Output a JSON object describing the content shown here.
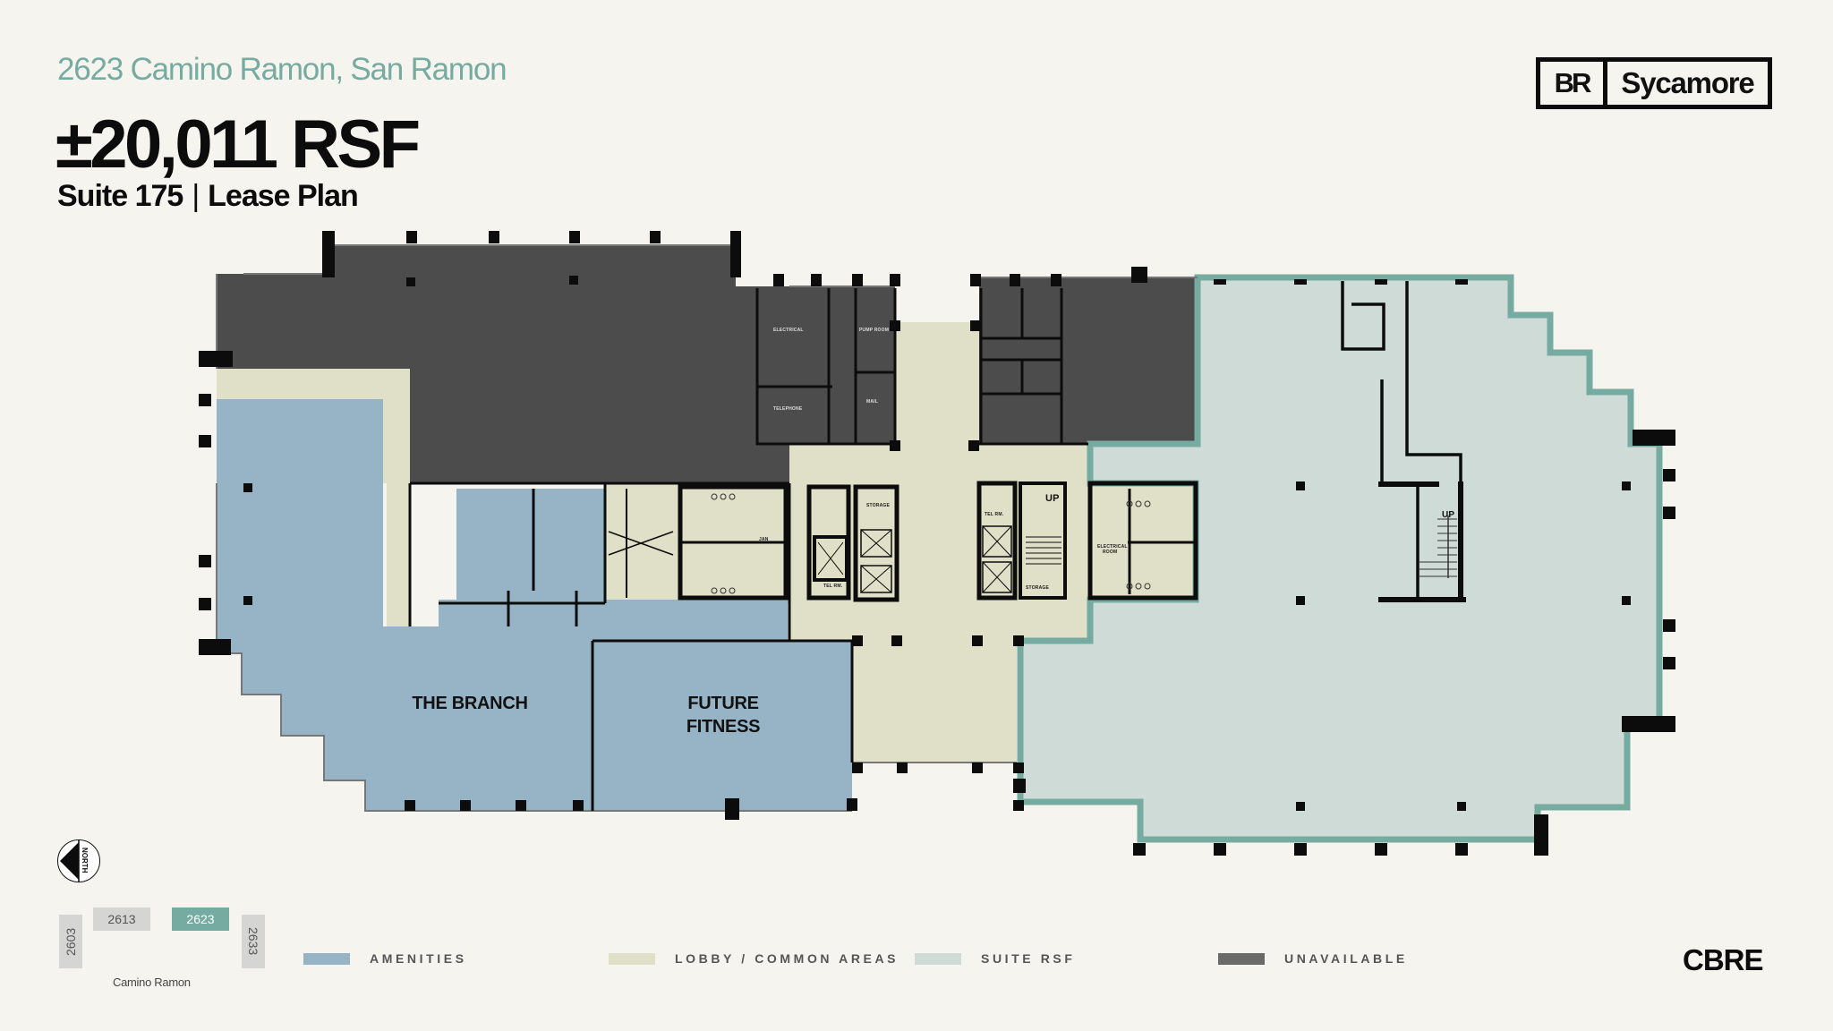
{
  "header": {
    "address": "2623 Camino Ramon, San Ramon",
    "area": "±20,011 RSF",
    "suite": "Suite 175",
    "separator": "|",
    "plan_type": "Lease Plan"
  },
  "logos": {
    "brand_mark": "BR",
    "brand_name": "Sycamore",
    "broker": "CBRE"
  },
  "colors": {
    "background": "#f5f4ef",
    "accent_teal": "#76aba1",
    "amenities": "#97b4c6",
    "lobby_common": "#e0dfc7",
    "suite_rsf": "#cfdbd7",
    "suite_outline": "#76aba1",
    "unavailable": "#4c4c4c",
    "walls": "#0c0c0c"
  },
  "floor_plan": {
    "room_labels": {
      "the_branch": "THE BRANCH",
      "future_fitness_line1": "FUTURE",
      "future_fitness_line2": "FITNESS"
    },
    "small_labels": {
      "electrical": "ELECTRICAL",
      "pump_room": "PUMP ROOM",
      "telephone": "TELEPHONE",
      "mail": "MAIL",
      "storage_1": "STORAGE",
      "jan": "JAN",
      "tel_rm_1": "TEL RM.",
      "tel_rm_2": "TEL RM.",
      "storage_2": "STORAGE",
      "electrical_room_1": "ELECTRICAL",
      "electrical_room_2": "ROOM",
      "up_1": "UP",
      "up_2": "UP"
    }
  },
  "key_map": {
    "north_label": "NORTH",
    "buildings": [
      {
        "id": "2603",
        "label": "2603",
        "active": false
      },
      {
        "id": "2613",
        "label": "2613",
        "active": false
      },
      {
        "id": "2623",
        "label": "2623",
        "active": true
      },
      {
        "id": "2633",
        "label": "2633",
        "active": false
      }
    ],
    "street": "Camino Ramon"
  },
  "legend": [
    {
      "label": "AMENITIES",
      "color": "#97b4c6"
    },
    {
      "label": "LOBBY / COMMON AREAS",
      "color": "#e0dfc7"
    },
    {
      "label": "SUITE RSF",
      "color": "#cfdbd7"
    },
    {
      "label": "UNAVAILABLE",
      "color": "#6a6a6a"
    }
  ]
}
